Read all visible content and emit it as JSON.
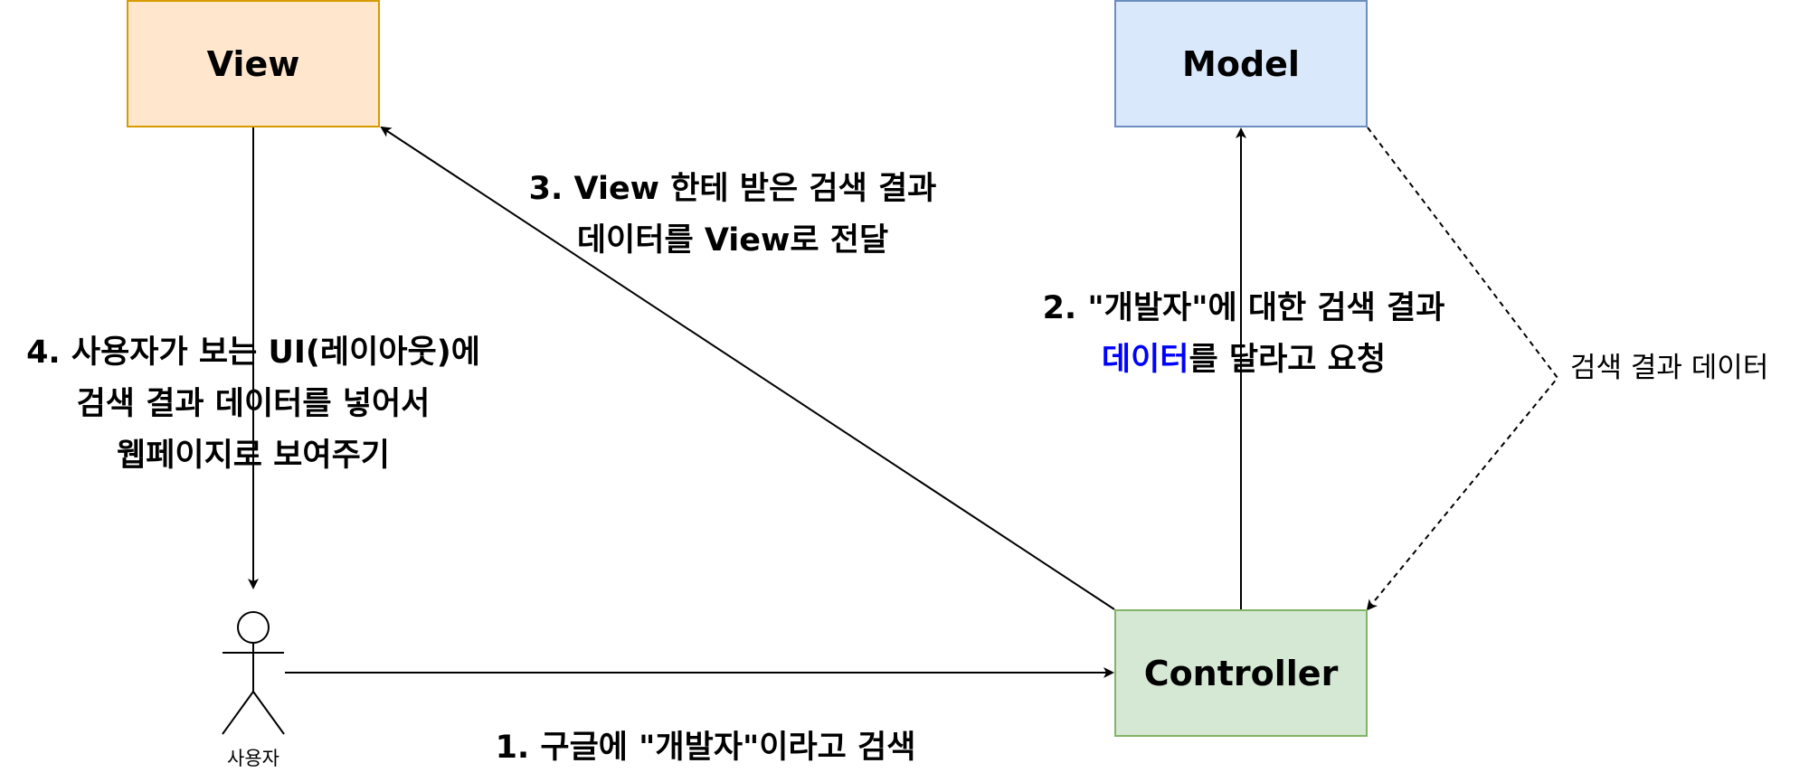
{
  "nodes": {
    "view": "View",
    "model": "Model",
    "controller": "Controller",
    "actor": "사용자"
  },
  "edges": {
    "step1": {
      "line1": "1. 구글에 \"개발자\"이라고 검색"
    },
    "step2": {
      "line1": "2. \"개발자\"에 대한 검색 결과",
      "highlight": "데이터",
      "rest": "를 달라고 요청"
    },
    "step3": {
      "line1": "3. View 한테 받은 검색 결과",
      "line2": "데이터를 View로 전달"
    },
    "step4": {
      "line1": "4. 사용자가 보는 UI(레이아웃)에",
      "line2": "검색 결과 데이터를 넣어서",
      "line3": "웹페이지로 보여주기"
    },
    "return": {
      "label": "검색 결과 데이터"
    }
  },
  "colors": {
    "view_fill": "#ffe6cc",
    "view_stroke": "#d79b00",
    "model_fill": "#dae8fc",
    "model_stroke": "#6c8ebf",
    "controller_fill": "#d5e8d4",
    "controller_stroke": "#82b366",
    "highlight_text": "#0000ff"
  }
}
